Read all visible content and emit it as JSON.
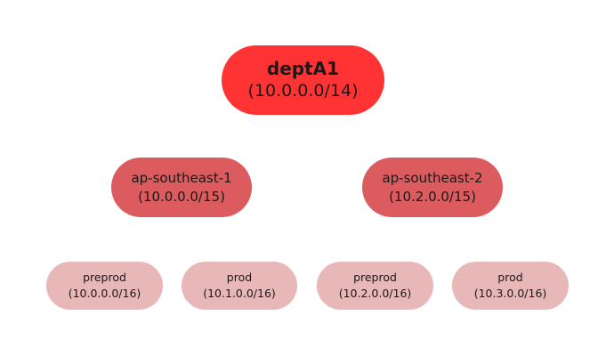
{
  "colors": {
    "root": "#ff3333",
    "region": "#db5b5f",
    "env": "#e8b7b7"
  },
  "root": {
    "name": "deptA1",
    "cidr": "(10.0.0.0/14)"
  },
  "regions": [
    {
      "name": "ap-southeast-1",
      "cidr": "(10.0.0.0/15)",
      "envs": [
        {
          "name": "preprod",
          "cidr": "(10.0.0.0/16)"
        },
        {
          "name": "prod",
          "cidr": "(10.1.0.0/16)"
        }
      ]
    },
    {
      "name": "ap-southeast-2",
      "cidr": "(10.2.0.0/15)",
      "envs": [
        {
          "name": "preprod",
          "cidr": "(10.2.0.0/16)"
        },
        {
          "name": "prod",
          "cidr": "(10.3.0.0/16)"
        }
      ]
    }
  ]
}
